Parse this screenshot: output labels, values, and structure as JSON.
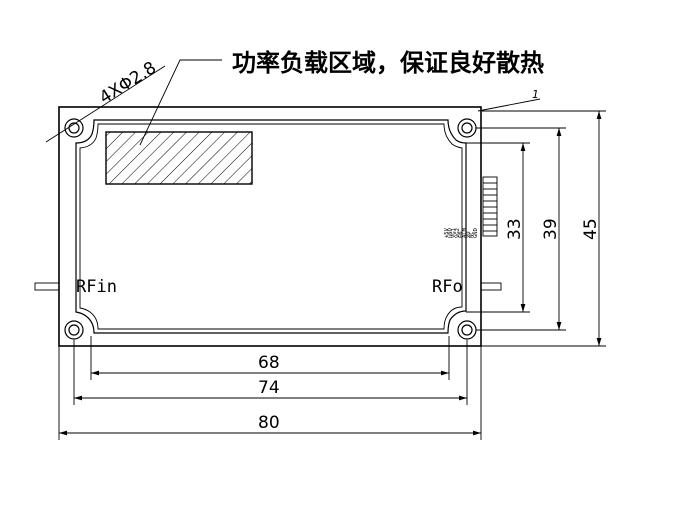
{
  "annotation": {
    "note": "功率负载区域，保证良好散热",
    "hole_spec": "4XΦ2.8",
    "corner_dim": "1"
  },
  "ports": {
    "input_label": "RFin",
    "output_label": "RFo"
  },
  "dimensions": {
    "width_inner": "68",
    "width_mid": "74",
    "width_outer": "80",
    "height_inner": "33",
    "height_mid": "39",
    "height_outer": "45"
  },
  "pin_header": {
    "pin_labels": [
      "+5V",
      "GND",
      "VG1",
      "VG2",
      "EN",
      "ALM",
      "VD",
      "NC",
      "GND"
    ]
  }
}
